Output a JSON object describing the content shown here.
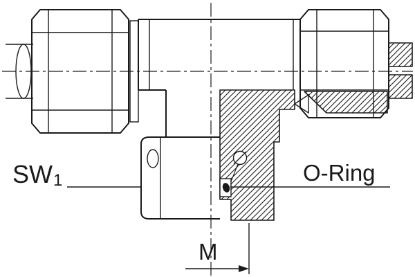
{
  "labels": {
    "wrench_main": "SW",
    "wrench_sub": "1",
    "oring": "O-Ring",
    "thread": "M"
  },
  "colors": {
    "line": "#1a1a1a",
    "background": "#ffffff"
  }
}
